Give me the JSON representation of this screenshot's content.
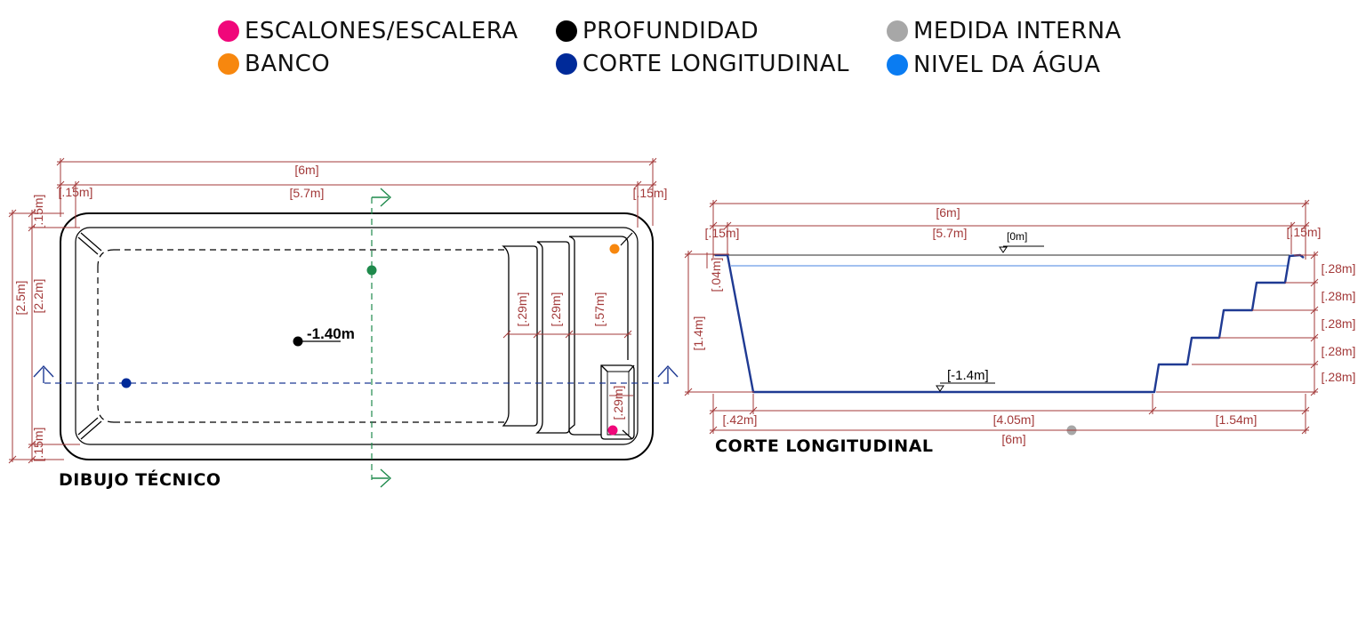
{
  "legend": [
    {
      "label": "ESCALONES/ESCALERA",
      "color": "#f0077a"
    },
    {
      "label": "BANCO",
      "color": "#f7870e"
    },
    {
      "label": "PROFUNDIDAD",
      "color": "#000000"
    },
    {
      "label": "CORTE LONGITUDINAL",
      "color": "#002a99"
    },
    {
      "label": "MEDIDA INTERNA",
      "color": "#a7a7a7"
    },
    {
      "label": "NIVEL DA ÁGUA",
      "color": "#0a7cf2"
    }
  ],
  "plan": {
    "caption": "DIBUJO TÉCNICO",
    "depth_label": "-1.40m",
    "dims": {
      "total_length": "[6m]",
      "inner_length": "[5.7m]",
      "border_left": "[.15m]",
      "border_right": "[.15m]",
      "border_top": "[.15m]",
      "total_width": "[2.5m]",
      "inner_width": "[2.2m]",
      "border_bottom": "[.15m]",
      "step1": "[.29m]",
      "step2": "[.29m]",
      "step3": "[.57m]",
      "bench": "[.29m]"
    }
  },
  "section": {
    "caption": "CORTE LONGITUDINAL",
    "level_top": "[0m]",
    "level_bottom": "[-1.4m]",
    "dims": {
      "total_length": "[6m]",
      "inner_length": "[5.7m]",
      "border_left": "[.15m]",
      "border_right": "[.15m]",
      "depth": "[1.4m]",
      "rim": "[.04m]",
      "riser1": "[.28m]",
      "riser2": "[.28m]",
      "riser3": "[.28m]",
      "riser4": "[.28m]",
      "riser5": "[.28m]",
      "slope": "[.42m]",
      "floor": "[4.05m]",
      "stairs": "[1.54m]",
      "bottom_total": "[6m]"
    }
  },
  "colors": {
    "dimension": "#a33a3a",
    "section_line": "#1f3a93",
    "cut_plane": "#1f8a4c",
    "water": "#6a9ce8"
  }
}
